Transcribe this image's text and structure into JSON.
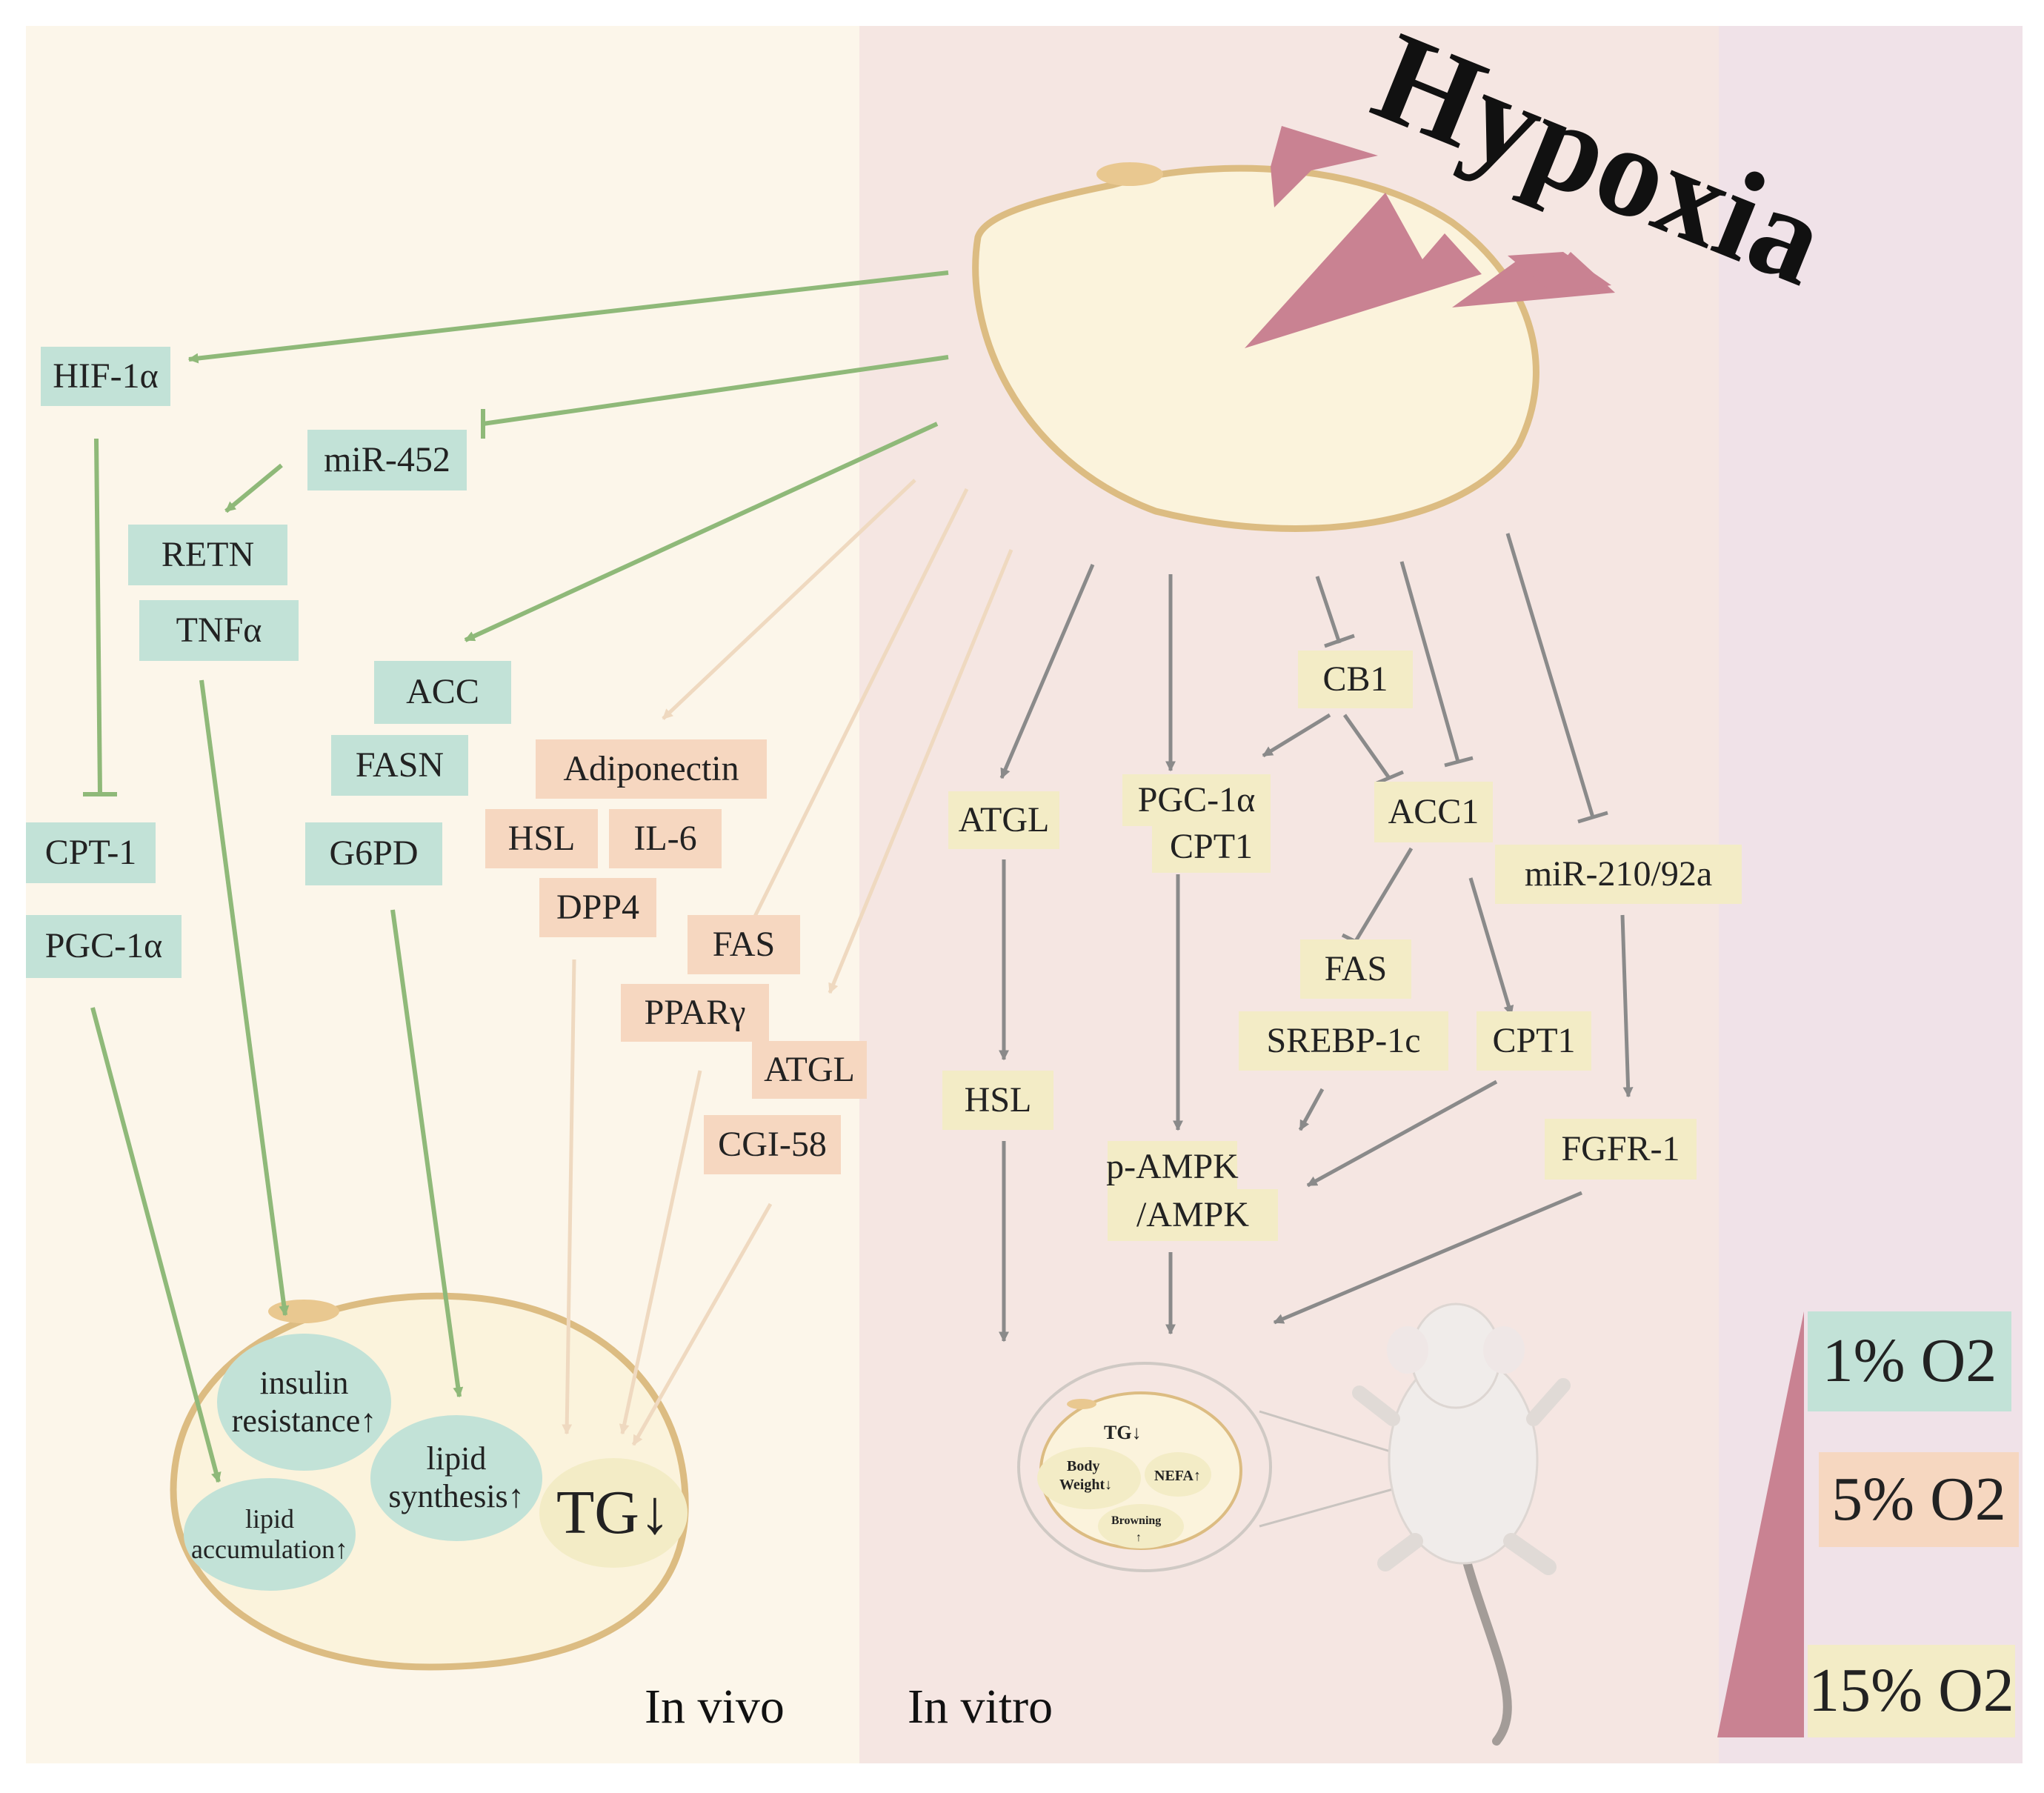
{
  "title": "Hypoxia",
  "sections": {
    "in_vivo": "In vivo",
    "in_vitro": "In vitro"
  },
  "colors": {
    "green_box": "#c2e2d7",
    "peach_box": "#f6d7c0",
    "yellow_box": "#f3ecc6",
    "hypoxia_arrow": "#c98292",
    "green_arrow": "#8fb979",
    "peach_arrow": "#efd9c0",
    "gray_arrow": "#8a8a8a",
    "cell_fill": "#fbf3dc",
    "cell_border": "#dcbc82"
  },
  "in_vivo": {
    "green": [
      "HIF-1α",
      "miR-452",
      "RETN",
      "TNFα",
      "ACC",
      "FASN",
      "G6PD",
      "CPT-1",
      "PGC-1α"
    ],
    "peach": [
      "Adiponectin",
      "HSL",
      "IL-6",
      "DPP4",
      "FAS",
      "PPARγ",
      "ATGL",
      "CGI-58"
    ],
    "cell_outcomes": {
      "insulin_1": "insulin",
      "insulin_2": "resistance↑",
      "lipid_syn_1": "lipid",
      "lipid_syn_2": "synthesis↑",
      "lipid_acc_1": "lipid",
      "lipid_acc_2": "accumulation↑",
      "tg": "TG↓"
    }
  },
  "in_vitro": {
    "labels": [
      "CB1",
      "ATGL",
      "PGC-1α",
      "CPT1",
      "ACC1",
      "miR-210/92a",
      "FAS",
      "SREBP-1c",
      "CPT1",
      "HSL",
      "p-AMPK",
      "/AMPK",
      "FGFR-1"
    ],
    "mouse_outcomes": {
      "tg": "TG↓",
      "body_1": "Body",
      "body_2": "Weight↓",
      "nefa": "NEFA↑",
      "browning_1": "Browning",
      "browning_2": "↑"
    }
  },
  "legend": {
    "o2_1": "1% O2",
    "o2_5": "5% O2",
    "o2_15": "15% O2"
  }
}
